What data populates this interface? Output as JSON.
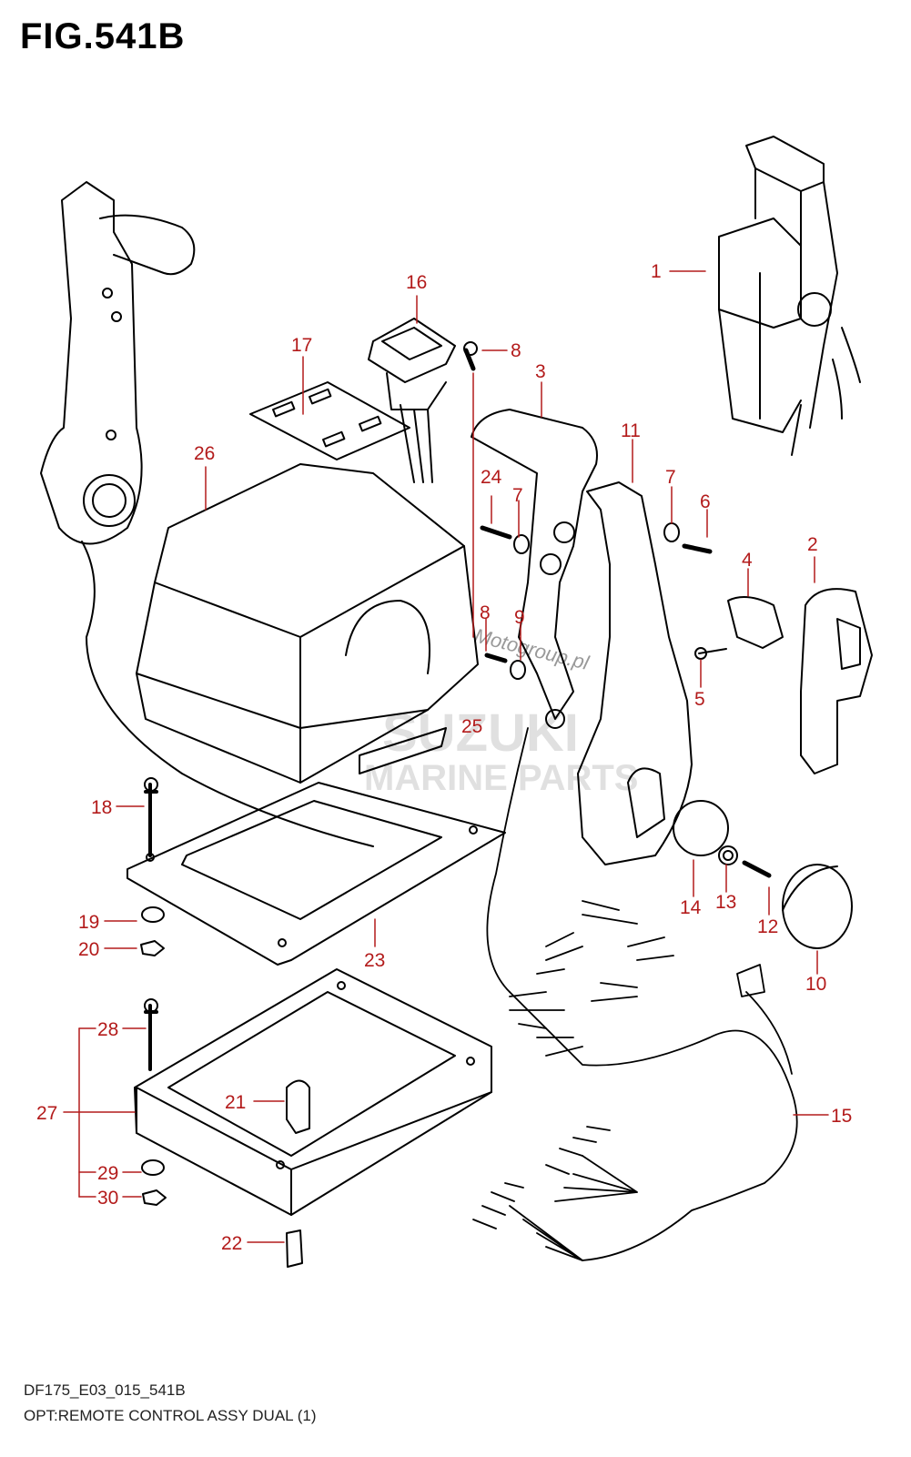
{
  "figure": {
    "title": "FIG.541B",
    "code": "DF175_E03_015_541B",
    "description": "OPT:REMOTE CONTROL ASSY DUAL (1)"
  },
  "watermark": {
    "line1": "SUZUKI",
    "line2": "MARINE PARTS",
    "overlay": "Motogroup.pl"
  },
  "callouts": [
    {
      "id": "callout-1",
      "label": "1"
    },
    {
      "id": "callout-2",
      "label": "2"
    },
    {
      "id": "callout-3",
      "label": "3"
    },
    {
      "id": "callout-4",
      "label": "4"
    },
    {
      "id": "callout-5",
      "label": "5"
    },
    {
      "id": "callout-6",
      "label": "6"
    },
    {
      "id": "callout-7a",
      "label": "7"
    },
    {
      "id": "callout-7b",
      "label": "7"
    },
    {
      "id": "callout-8a",
      "label": "8"
    },
    {
      "id": "callout-8b",
      "label": "8"
    },
    {
      "id": "callout-9",
      "label": "9"
    },
    {
      "id": "callout-10",
      "label": "10"
    },
    {
      "id": "callout-11",
      "label": "11"
    },
    {
      "id": "callout-12",
      "label": "12"
    },
    {
      "id": "callout-13",
      "label": "13"
    },
    {
      "id": "callout-14",
      "label": "14"
    },
    {
      "id": "callout-15",
      "label": "15"
    },
    {
      "id": "callout-16",
      "label": "16"
    },
    {
      "id": "callout-17",
      "label": "17"
    },
    {
      "id": "callout-18",
      "label": "18"
    },
    {
      "id": "callout-19",
      "label": "19"
    },
    {
      "id": "callout-20",
      "label": "20"
    },
    {
      "id": "callout-21",
      "label": "21"
    },
    {
      "id": "callout-22",
      "label": "22"
    },
    {
      "id": "callout-23",
      "label": "23"
    },
    {
      "id": "callout-24",
      "label": "24"
    },
    {
      "id": "callout-25",
      "label": "25"
    },
    {
      "id": "callout-26",
      "label": "26"
    },
    {
      "id": "callout-27",
      "label": "27"
    },
    {
      "id": "callout-28",
      "label": "28"
    },
    {
      "id": "callout-29",
      "label": "29"
    },
    {
      "id": "callout-30",
      "label": "30"
    }
  ],
  "colors": {
    "callout": "#b31b1b",
    "line": "#000000"
  }
}
